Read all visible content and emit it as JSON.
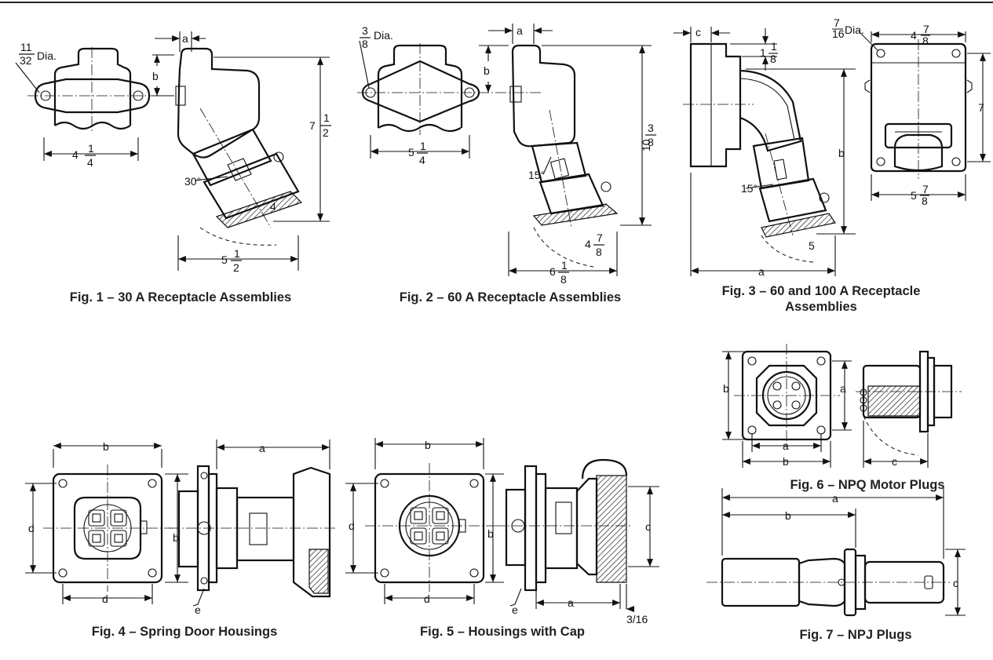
{
  "figures": [
    {
      "caption": "Fig. 1 – 30 A Receptacle Assemblies"
    },
    {
      "caption": "Fig. 2 – 60 A Receptacle Assemblies"
    },
    {
      "caption": "Fig. 3 – 60 and 100 A Receptacle Assemblies"
    },
    {
      "caption": "Fig. 4 – Spring Door Housings"
    },
    {
      "caption": "Fig. 5 – Housings with Cap"
    },
    {
      "caption": "Fig. 6 – NPQ Motor Plugs"
    },
    {
      "caption": "Fig. 7 – NPJ Plugs"
    }
  ],
  "labels": {
    "f1": {
      "hole": "Dia.",
      "a": "a",
      "b": "b",
      "width": "4",
      "height": "7",
      "depth": "5",
      "angle": "30°",
      "arc": "4"
    },
    "f2": {
      "hole": "Dia.",
      "a": "a",
      "b": "b",
      "width": "5",
      "height": "10",
      "depth": "6",
      "angle": "15°",
      "arc": "4"
    },
    "f3": {
      "hole": "Dia.",
      "a": "a",
      "b": "b",
      "c": "c",
      "top": "1",
      "width": "4",
      "height": "7",
      "base": "5",
      "angle": "15°",
      "arc": "5"
    },
    "f4": {
      "a": "a",
      "b": "b",
      "d": "d",
      "e": "e"
    },
    "f5": {
      "a": "a",
      "b": "b",
      "c": "c",
      "d": "d",
      "e": "e",
      "gap": "3/16"
    },
    "f6": {
      "a": "a",
      "b": "b",
      "c": "c"
    },
    "f7": {
      "a": "a",
      "b": "b",
      "c": "c"
    }
  },
  "fractions": {
    "f1_hole": {
      "num": "11",
      "den": "32"
    },
    "f1_w": {
      "num": "1",
      "den": "4"
    },
    "f1_h": {
      "num": "1",
      "den": "2"
    },
    "f1_d": {
      "num": "1",
      "den": "2"
    },
    "f2_hole": {
      "num": "3",
      "den": "8"
    },
    "f2_w": {
      "num": "1",
      "den": "4"
    },
    "f2_h": {
      "num": "3",
      "den": "8"
    },
    "f2_arc": {
      "num": "7",
      "den": "8"
    },
    "f2_d": {
      "num": "1",
      "den": "8"
    },
    "f3_hole": {
      "num": "7",
      "den": "16"
    },
    "f3_top": {
      "num": "1",
      "den": "8"
    },
    "f3_w": {
      "num": "7",
      "den": "8"
    },
    "f3_base": {
      "num": "7",
      "den": "8"
    }
  },
  "colors": {
    "ink": "#111111",
    "caption": "#222222",
    "background": "#ffffff"
  }
}
